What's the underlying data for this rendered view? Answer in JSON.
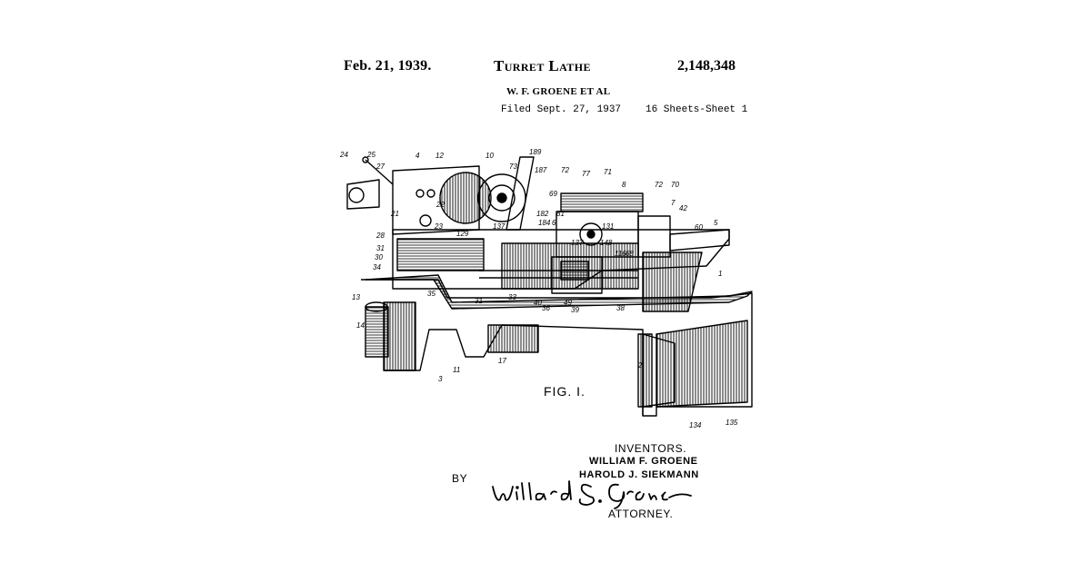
{
  "header": {
    "date": "Feb. 21, 1939.",
    "title": "Turret Lathe",
    "patent_number": "2,148,348",
    "inventors_line": "W. F. GROENE ET AL",
    "filed": "Filed Sept. 27, 1937",
    "sheets": "16 Sheets-Sheet 1"
  },
  "figure": {
    "label": "FIG. I.",
    "reference_numerals": [
      "24",
      "25",
      "4",
      "12",
      "10",
      "73",
      "189",
      "187",
      "72",
      "77",
      "71",
      "8",
      "72",
      "70",
      "27",
      "21",
      "22",
      "23",
      "137",
      "182",
      "184",
      "81",
      "69",
      "6",
      "42",
      "7",
      "60",
      "5",
      "28",
      "129",
      "131",
      "137",
      "148",
      "116",
      "68",
      "31",
      "30",
      "34",
      "1",
      "35",
      "31",
      "33",
      "40",
      "36",
      "49",
      "39",
      "38",
      "13",
      "14",
      "2",
      "11",
      "3",
      "17",
      "134",
      "135"
    ]
  },
  "signature_block": {
    "inventors_heading": "INVENTORS.",
    "inventor_1": "WILLIAM F. GROENE",
    "inventor_2": "HAROLD J. SIEKMANN",
    "by": "BY",
    "signature": "Willard S. Groene",
    "attorney": "ATTORNEY."
  }
}
